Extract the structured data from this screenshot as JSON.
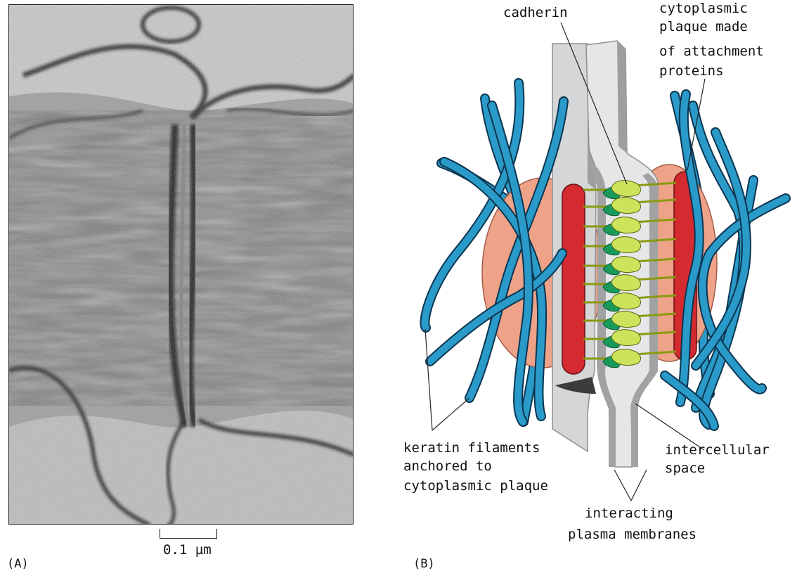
{
  "panel_a": {
    "letter": "(A)",
    "scale_bar_label": "0.1 µm"
  },
  "panel_b": {
    "letter": "(B)",
    "labels": {
      "cadherin": "cadherin",
      "plaque_line1": "cytoplasmic",
      "plaque_line2": "plaque made",
      "plaque_line3": "of attachment",
      "plaque_line4": "proteins",
      "keratin_line1": "keratin filaments",
      "keratin_line2": "anchored to",
      "keratin_line3": "cytoplasmic plaque",
      "space_line1": "intercellular",
      "space_line2": "space",
      "membranes_line1": "interacting",
      "membranes_line2": "plasma membranes"
    }
  },
  "colors": {
    "filament": "#2a9ac9",
    "filament_outline": "#0b3550",
    "plaque_red": "#d42a30",
    "plaque_disc": "#eea389",
    "cadherin_head": "#cde35c",
    "cadherin_stem": "#1a9a5a",
    "membrane_light": "#d4d6d7",
    "membrane_dark": "#9c9ea0"
  }
}
